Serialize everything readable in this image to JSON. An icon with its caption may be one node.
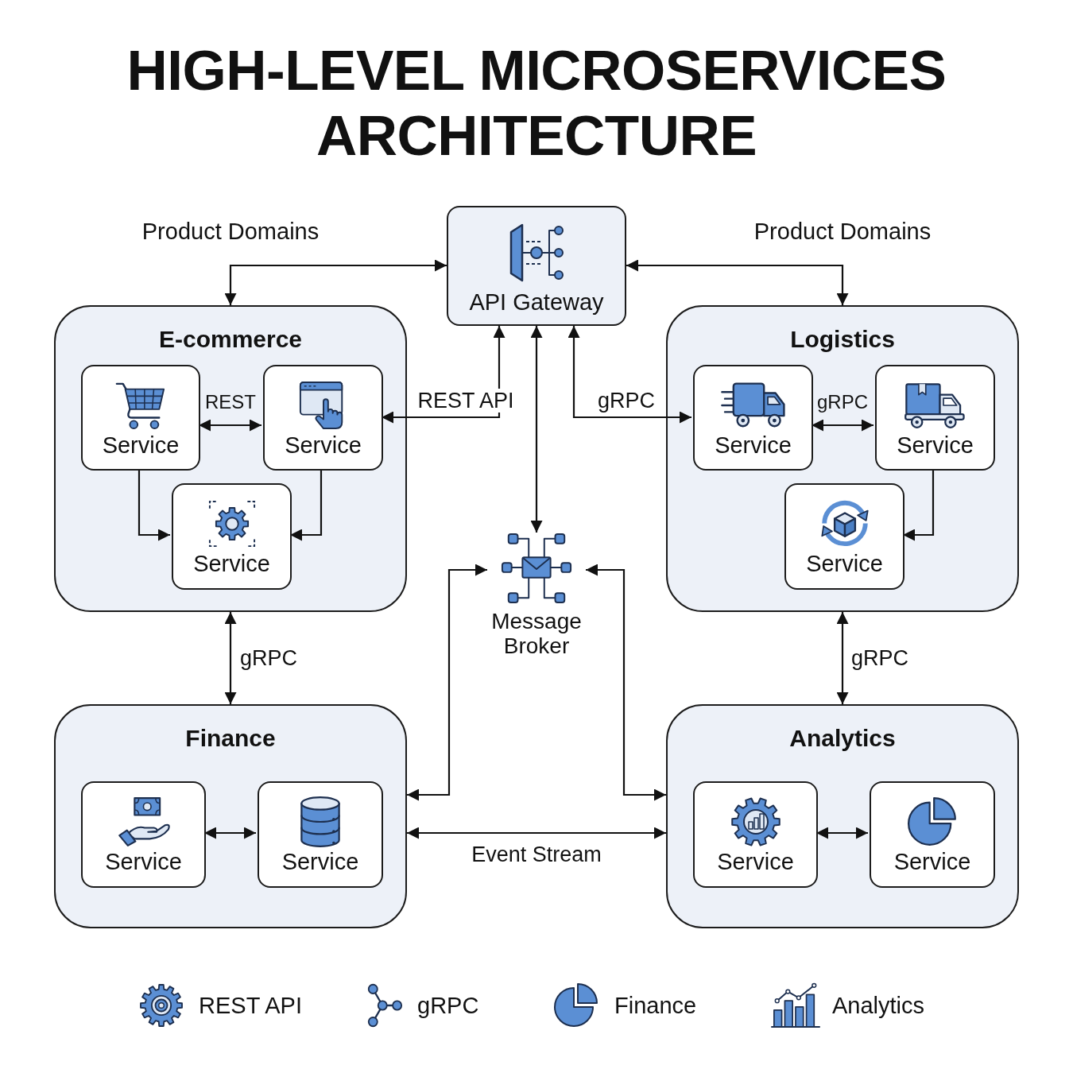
{
  "diagram": {
    "title": "HIGH-LEVEL MICROSERVICES ARCHITECTURE",
    "nodes": [
      {
        "text": [
          "API Gateway"
        ]
      },
      {
        "text": [
          "E-commerce"
        ]
      },
      {
        "text": [
          "Service"
        ],
        "in": 1
      },
      {
        "text": [
          "Service"
        ],
        "in": 1
      },
      {
        "text": [
          "Service"
        ],
        "in": 1
      },
      {
        "text": [
          "Logistics"
        ]
      },
      {
        "text": [
          "Service"
        ],
        "in": 5
      },
      {
        "text": [
          "Service"
        ],
        "in": 5
      },
      {
        "text": [
          "Service"
        ],
        "in": 5
      },
      {
        "text": [
          "Message Broker"
        ]
      },
      {
        "text": [
          "Finance"
        ]
      },
      {
        "text": [
          "Service"
        ],
        "in": 10
      },
      {
        "text": [
          "Service"
        ],
        "in": 10
      },
      {
        "text": [
          "Analytics"
        ]
      },
      {
        "text": [
          "Service"
        ],
        "in": 13
      },
      {
        "text": [
          "Service"
        ],
        "in": 13
      }
    ],
    "edges": [
      {
        "from": 0,
        "to": 1,
        "arrow": "both"
      },
      {
        "from": 0,
        "to": 5,
        "arrow": "both"
      },
      {
        "from": 0,
        "to": 3,
        "arrow": "both",
        "label": "REST API"
      },
      {
        "from": 0,
        "to": 6,
        "arrow": "both",
        "label": "gRPC"
      },
      {
        "from": 0,
        "to": 9,
        "arrow": "both"
      },
      {
        "from": 2,
        "to": 3,
        "arrow": "both",
        "label": "REST"
      },
      {
        "from": 2,
        "to": 4,
        "arrow": "to"
      },
      {
        "from": 3,
        "to": 4,
        "arrow": "to"
      },
      {
        "from": 6,
        "to": 7,
        "arrow": "both",
        "label": "gRPC"
      },
      {
        "from": 7,
        "to": 8,
        "arrow": "to"
      },
      {
        "from": 1,
        "to": 10,
        "arrow": "both",
        "label": "gRPC"
      },
      {
        "from": 5,
        "to": 13,
        "arrow": "both",
        "label": "gRPC"
      },
      {
        "from": 9,
        "to": 10,
        "arrow": "both"
      },
      {
        "from": 9,
        "to": 13,
        "arrow": "both"
      },
      {
        "from": 10,
        "to": 13,
        "arrow": "both",
        "label": "Event Stream"
      },
      {
        "from": 11,
        "to": 12,
        "arrow": "both"
      },
      {
        "from": 14,
        "to": 15,
        "arrow": "both"
      }
    ],
    "labels": [
      "Product Domains",
      "Product Domains"
    ],
    "legend": [
      {
        "text": "REST API"
      },
      {
        "text": "gRPC"
      },
      {
        "text": "Finance"
      },
      {
        "text": "Analytics"
      }
    ]
  }
}
